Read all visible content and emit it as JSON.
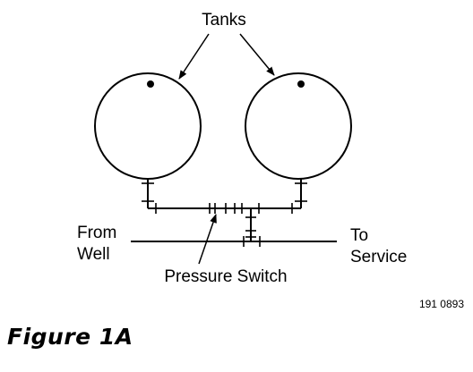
{
  "labels": {
    "tanks": "Tanks",
    "from_well_line1": "From",
    "from_well_line2": "Well",
    "to_service_line1": "To",
    "to_service_line2": "Service",
    "pressure_switch": "Pressure Switch",
    "figure_code": "191 0893"
  },
  "caption": "Figure 1A"
}
